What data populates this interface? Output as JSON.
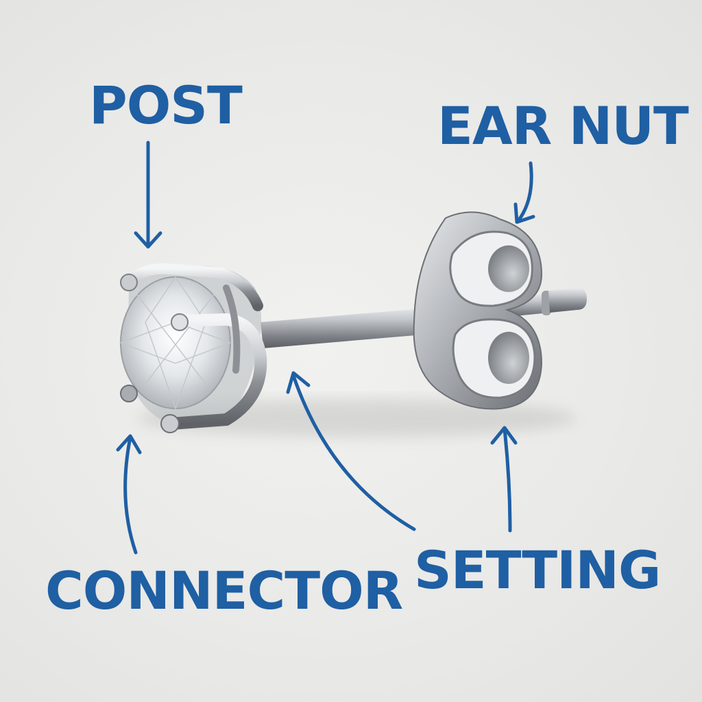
{
  "labels": {
    "post": "POST",
    "ear_nut": "EAR NUT",
    "connector": "CONNECTOR",
    "setting": "SETTING"
  },
  "colors": {
    "label": "#1f5fa3",
    "background": "#ebebe9",
    "metal": "#b9bcc0"
  }
}
